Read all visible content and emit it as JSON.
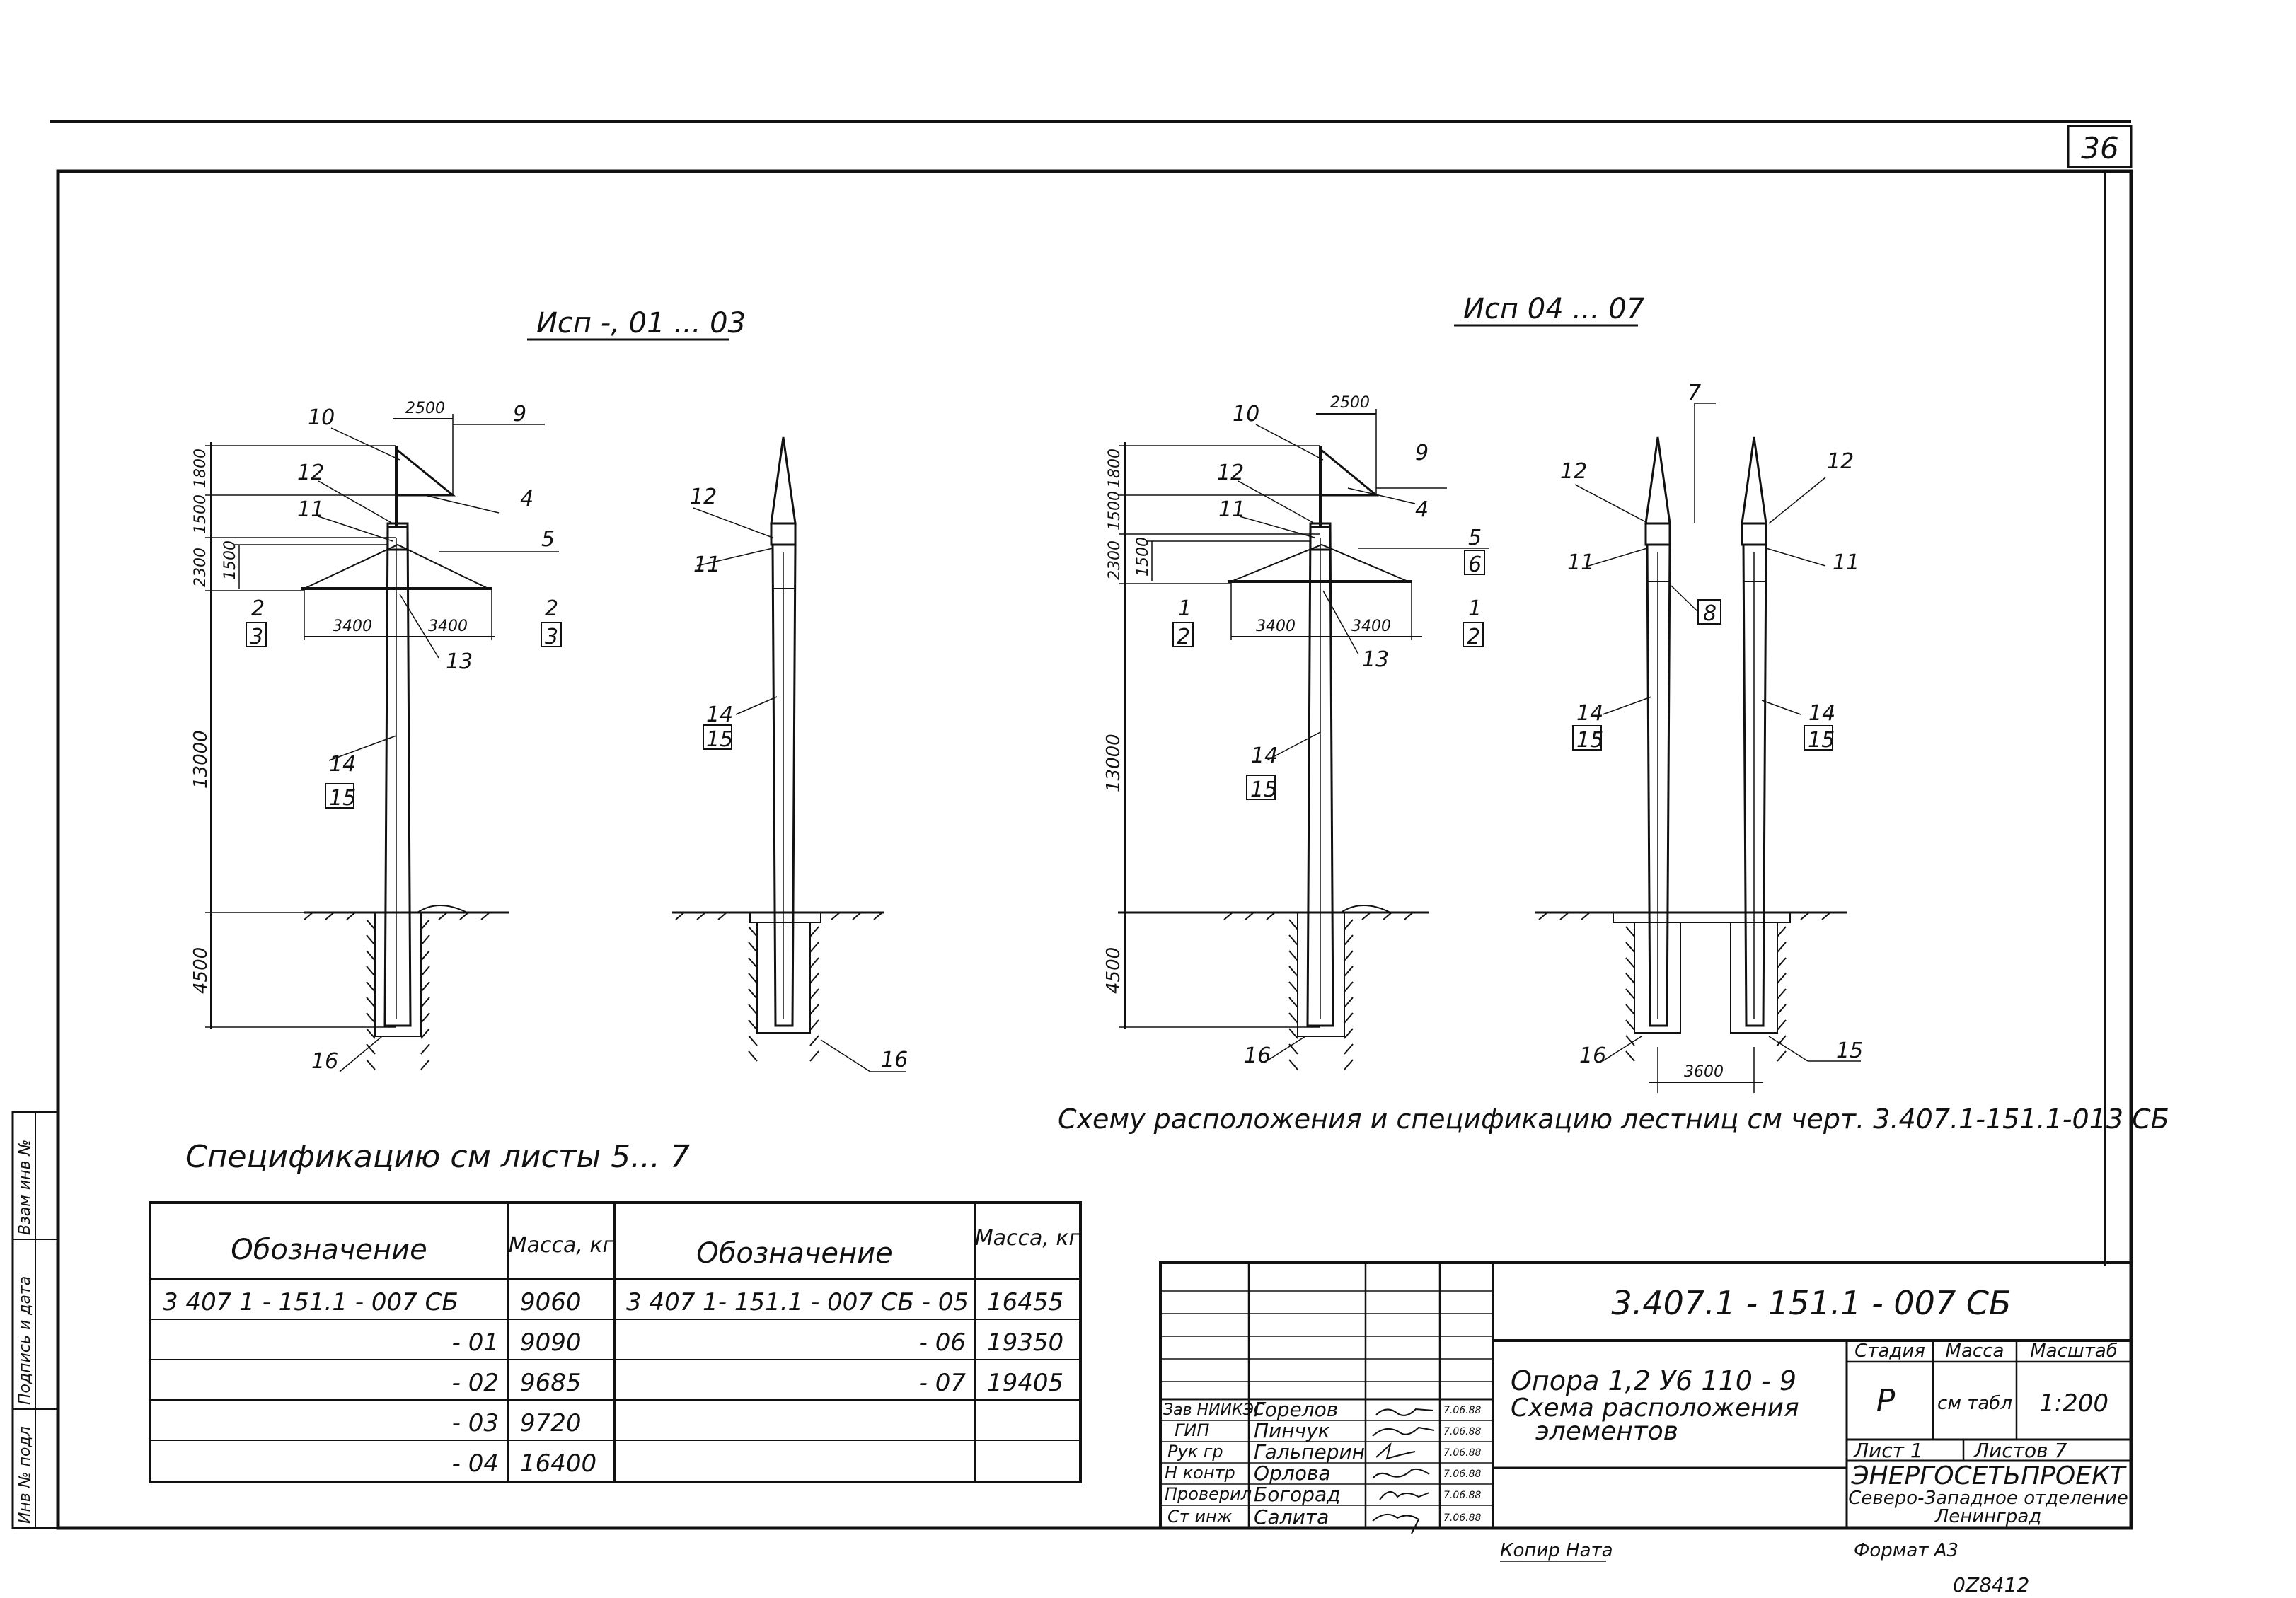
{
  "sheet": {
    "page_number": "36",
    "scan_mark": "0Z8412",
    "copy_label": "Копир Ната",
    "format_label": "Формат А3"
  },
  "views": {
    "left_title": "Исп -, 01 ... 03",
    "right_title": "Исп 04 ... 07",
    "spec_note": "Спецификацию см листы 5... 7",
    "ladder_note": "Схему расположения и спецификацию лестниц см черт. 3.407.1-151.1-013 СБ"
  },
  "dimensions": {
    "top_width": "2500",
    "arm_width": "3400",
    "h1800": "1800",
    "h1500": "1500",
    "h2300": "2300",
    "h1500b": "1500",
    "h13000": "13000",
    "h4500": "4500",
    "pole_spacing": "3600"
  },
  "callouts": {
    "n1": "1",
    "n2": "2",
    "n3": "3",
    "n4": "4",
    "n5": "5",
    "n6": "6",
    "n7": "7",
    "n8": "8",
    "n9": "9",
    "n10": "10",
    "n11": "11",
    "n12": "12",
    "n13": "13",
    "n14": "14",
    "n15": "15",
    "n16": "16"
  },
  "mass_table": {
    "headers": [
      "Обозначение",
      "Масса, кг",
      "Обозначение",
      "Масса, кг"
    ],
    "rows": [
      [
        "3 407 1 - 151.1 - 007 СБ",
        "9060",
        "3 407 1- 151.1 - 007 СБ - 05",
        "16455"
      ],
      [
        "- 01",
        "9090",
        "- 06",
        "19350"
      ],
      [
        "- 02",
        "9685",
        "- 07",
        "19405"
      ],
      [
        "- 03",
        "9720",
        "",
        ""
      ],
      [
        "- 04",
        "16400",
        "",
        ""
      ]
    ]
  },
  "title_block": {
    "doc_code": "3.407.1 - 151.1 - 007 СБ",
    "title_lines": [
      "Опора 1,2 У6 110 - 9",
      "Схема расположения",
      "элементов"
    ],
    "stage_label": "Стадия",
    "mass_label": "Масса",
    "scale_label": "Масштаб",
    "stage_value": "Р",
    "mass_value": "см табл",
    "scale_value": "1:200",
    "sheet_label": "Лист 1",
    "sheets_label": "Листов 7",
    "org_name": "ЭНЕРГОСЕТЬПРОЕКТ",
    "org_sub1": "Северо-Западное отделение",
    "org_sub2": "Ленинград",
    "people": [
      {
        "role": "Зав НИИКЭС",
        "name": "Горелов",
        "date": "7.06.88"
      },
      {
        "role": "ГИП",
        "name": "Пинчук",
        "date": "7.06.88"
      },
      {
        "role": "Рук гр",
        "name": "Гальперин",
        "date": "7.06.88"
      },
      {
        "role": "Н контр",
        "name": "Орлова",
        "date": "7.06.88"
      },
      {
        "role": "Проверил",
        "name": "Богорад",
        "date": "7.06.88"
      },
      {
        "role": "Ст инж",
        "name": "Салита",
        "date": "7.06.88"
      }
    ]
  },
  "side_stamp": {
    "labels": [
      "Инв № подл",
      "Подпись и дата",
      "Взам инв №"
    ]
  }
}
